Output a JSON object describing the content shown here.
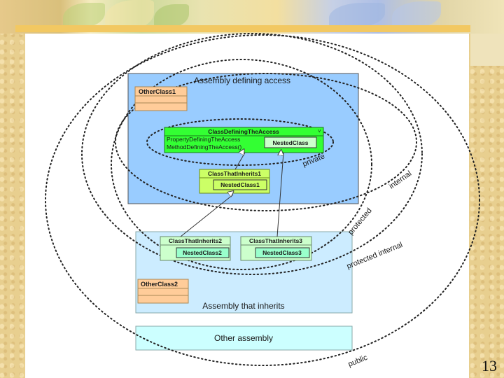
{
  "diagram": {
    "assembly_defining": {
      "title": "Assembly defining access"
    },
    "assembly_inherits": {
      "title": "Assembly that inherits"
    },
    "other_assembly": {
      "label": "Other assembly"
    },
    "classes": {
      "other_class_1": "OtherClass1",
      "other_class_2": "OtherClass2",
      "class_defining_access": "ClassDefiningTheAccess",
      "property_defining": "PropertyDefiningTheAccess",
      "method_defining": "MethodDefiningTheAccess()",
      "nested_class": "NestedClass",
      "class_inherits_1": "ClassThatInherits1",
      "nested_class_1": "NestedClass1",
      "class_inherits_2": "ClassThatInherits2",
      "nested_class_2": "NestedClass2",
      "class_inherits_3": "ClassThatInherits3",
      "nested_class_3": "NestedClass3"
    },
    "access_levels": {
      "private": "private",
      "internal": "internal",
      "protected": "protected",
      "protected_internal": "protected internal",
      "public": "public"
    },
    "colors": {
      "assembly_defining_fill": "#99ccff",
      "assembly_inherits_fill": "#ccecff",
      "other_assembly_fill": "#ccffff",
      "class_green": "#33ff33",
      "class_lightgreen": "#ccff66",
      "class_mint": "#ccffcc",
      "class_peach": "#ffcc99"
    }
  },
  "page_number": "13"
}
